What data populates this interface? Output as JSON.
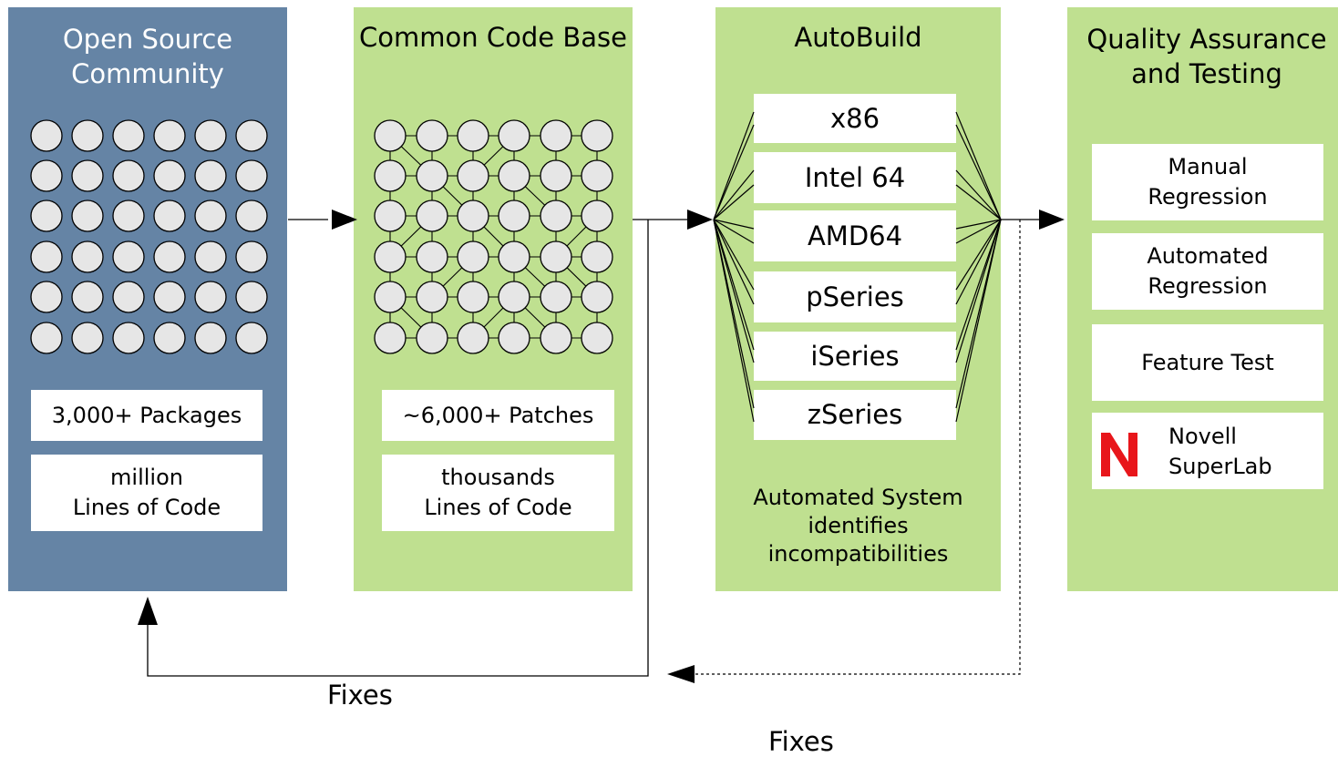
{
  "panels": {
    "community": {
      "title": "Open Source\nCommunity",
      "boxes": [
        "3,000+ Packages",
        "million\nLines of Code"
      ]
    },
    "codebase": {
      "title": "Common Code Base",
      "boxes": [
        "~6,000+ Patches",
        "thousands\nLines of Code"
      ]
    },
    "autobuild": {
      "title": "AutoBuild",
      "architectures": [
        "x86",
        "Intel 64",
        "AMD64",
        "pSeries",
        "iSeries",
        "zSeries"
      ],
      "caption": "Automated System\nidentifies\nincompatibilities"
    },
    "qa": {
      "title": "Quality Assurance\nand Testing",
      "items": [
        "Manual\nRegression",
        "Automated\nRegression",
        "Feature Test",
        "Novell\nSuperLab"
      ]
    }
  },
  "feedback": {
    "fixes_solid": "Fixes",
    "fixes_dashed": "Fixes"
  },
  "colors": {
    "community_bg": "#6584a5",
    "green_bg": "#bfe090",
    "logo_red": "#e8161b"
  }
}
